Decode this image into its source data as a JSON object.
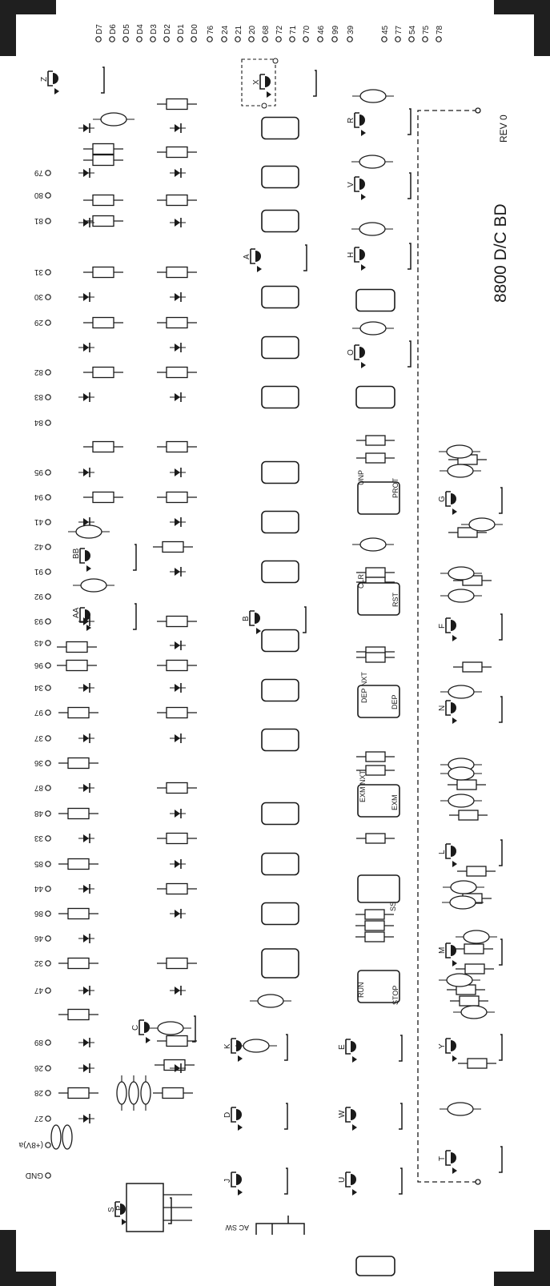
{
  "board": {
    "title": "8800 D/C BD",
    "revision": "REV 0",
    "ac_sw": "AC SW",
    "ink_color": "#1a1a1a"
  },
  "top_pins": [
    "D7",
    "D6",
    "D5",
    "D4",
    "D3",
    "D2",
    "D1",
    "D0",
    "76",
    "24",
    "21",
    "20",
    "68",
    "72",
    "71",
    "70",
    "46",
    "99",
    "39",
    "45",
    "77",
    "54",
    "75",
    "78"
  ],
  "left_pins": [
    "79",
    "80",
    "81",
    "31",
    "30",
    "29",
    "82",
    "83",
    "84",
    "95",
    "94",
    "41",
    "42",
    "91",
    "92",
    "93",
    "43",
    "96",
    "34",
    "97",
    "37",
    "36",
    "87",
    "48",
    "33",
    "85",
    "44",
    "86",
    "46",
    "32",
    "47",
    "89",
    "26",
    "28",
    "27",
    "(+8V)a",
    "GND"
  ],
  "component_letters": [
    "Z",
    "X",
    "R",
    "V",
    "H",
    "A",
    "O",
    "G",
    "BB",
    "AA",
    "B",
    "F",
    "N",
    "L",
    "M",
    "C",
    "Y",
    "K",
    "E",
    "D",
    "W",
    "T",
    "J",
    "U",
    "S",
    "P"
  ],
  "switch_labels": [
    "UNP",
    "PROT",
    "CLR",
    "RST",
    "DEP NXT",
    "DEP",
    "EXM NXT",
    "EXM",
    "SS",
    "RUN",
    "STOP"
  ]
}
